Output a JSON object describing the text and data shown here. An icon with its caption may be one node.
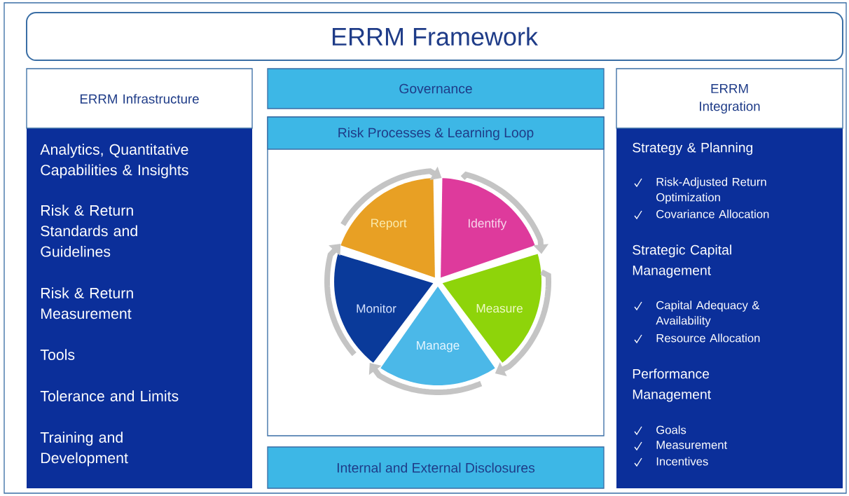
{
  "diagram": {
    "title": "ERRM Framework",
    "nodes": [
      {
        "text": [
          "ERRM Infrastructure",
          "Analytics, Quantitative Capabilities & Insights",
          "Risk & Return Standards and Guidelines",
          "Risk & Return Measurement",
          "Tools",
          "Tolerance and Limits",
          "Training and Development"
        ]
      },
      {
        "text": [
          "Governance"
        ]
      },
      {
        "text": [
          "Risk Processes & Learning Loop"
        ]
      },
      {
        "text": [
          "Report"
        ],
        "in": 2
      },
      {
        "text": [
          "Identify"
        ],
        "in": 2
      },
      {
        "text": [
          "Measure"
        ],
        "in": 2
      },
      {
        "text": [
          "Manage"
        ],
        "in": 2
      },
      {
        "text": [
          "Monitor"
        ],
        "in": 2
      },
      {
        "text": [
          "Internal and External Disclosures"
        ]
      },
      {
        "text": [
          "ERRM Integration",
          "Strategy & Planning",
          "Risk-Adjusted Return Optimization",
          "Covariance Allocation",
          "Strategic Capital Management",
          "Capital Adequacy & Availability",
          "Resource Allocation",
          "Performance Management",
          "Goals",
          "Measurement",
          "Incentives"
        ]
      }
    ],
    "edges": [
      {
        "from": 3,
        "to": 4,
        "arrow": "to"
      },
      {
        "from": 4,
        "to": 5,
        "arrow": "to"
      },
      {
        "from": 5,
        "to": 6,
        "arrow": "to"
      },
      {
        "from": 6,
        "to": 7,
        "arrow": "to"
      },
      {
        "from": 7,
        "to": 3,
        "arrow": "to"
      }
    ]
  }
}
